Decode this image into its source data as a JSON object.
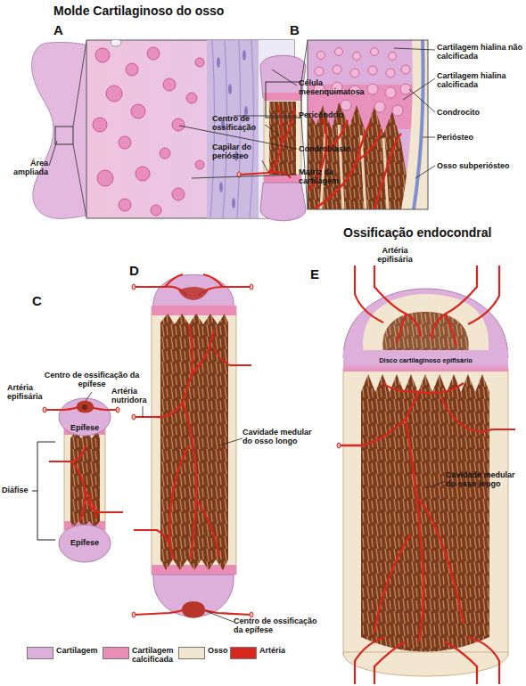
{
  "diagram": {
    "title": "Molde Cartilaginoso do osso",
    "nodes": [
      {
        "text": [
          "Epífese"
        ]
      },
      {
        "text": [
          "Epífese"
        ]
      },
      {
        "text": [
          "Disco cartilaginoso epifisário"
        ]
      }
    ],
    "labels": [
      "A",
      "Célula mesenquimatosa",
      "Pericôndrio",
      "Área ampliada",
      "Condroblasto",
      "Matriz da cartilagem",
      "B",
      "Cartilagem hialina não calcificada",
      "Cartilagem hialina calcificada",
      "Centro de ossificação",
      "Condrocito",
      "Capilar do periósteo",
      "Periósteo",
      "Osso subperiósteo",
      "Ossificação endocondral",
      "C",
      "D",
      "E",
      "Artéria epifisária",
      "Centro de ossificação da epífese",
      "Artéria epifisária",
      "Artéria nutridora",
      "Cavidade medular do osso longo",
      "Diáfise",
      "Cavidade medular do osso longo",
      "Centro de ossificação da epífese"
    ],
    "legend": [
      {
        "text": "Cartilagem",
        "color": "#dcb0da"
      },
      {
        "text": "Cartilagem calcificada",
        "color": "#e98cb6"
      },
      {
        "text": "Osso",
        "color": "#f2e6d0"
      },
      {
        "text": "Artéria",
        "color": "#d8261c"
      }
    ]
  }
}
